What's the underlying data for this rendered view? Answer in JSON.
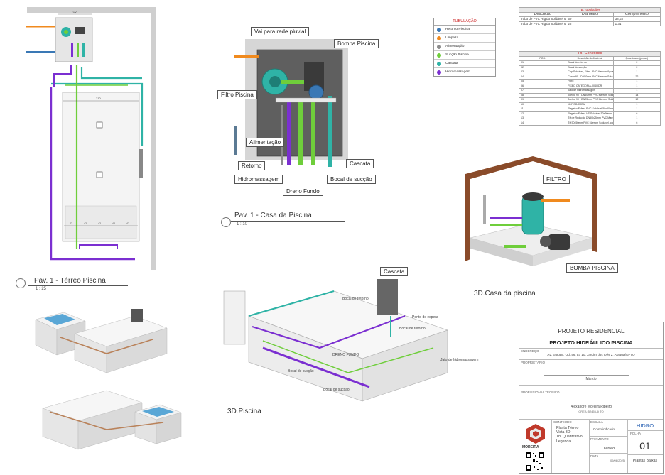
{
  "colors": {
    "retorno": "#3a78b5",
    "limpeza": "#f08a1e",
    "alimentacao": "#8c8c8c",
    "succao": "#6fce3b",
    "cascata": "#2fb3a6",
    "hidromassagem": "#7b2fd1",
    "wall": "#cfcfcf",
    "roof": "#8a4b2a"
  },
  "plan_view": {
    "title": "Pav. 1 - Térreo Piscina",
    "scale": "1 : 25",
    "dim_top": "100",
    "dim_w": "210",
    "dims_bottom": [
      "42",
      "42",
      "42",
      "42",
      "42"
    ]
  },
  "pump_house_detail": {
    "title": "Pav. 1 - Casa da Piscina",
    "scale": "1 : 10",
    "labels": {
      "vai_rede": "Vai para rede pluvial",
      "bomba": "Bomba Piscina",
      "filtro": "Filtro Piscina",
      "alimentacao": "Alimentação",
      "retorno": "Retorno",
      "hidromassagem": "Hidromassagem",
      "dreno": "Dreno Fundo",
      "cascata": "Cascata",
      "bocal_succao": "Bocal de sucção"
    }
  },
  "legend": {
    "title": "TUBULAÇÃO",
    "items": [
      "Retorno Piscina",
      "Limpeza",
      "Alimentação",
      "Sucção Piscina",
      "Cascata",
      "Hidromassagem"
    ]
  },
  "table_tubulacoes": {
    "title": "TB.Tubulações",
    "headers": [
      "Descrição",
      "Diâmetro",
      "Comprimento"
    ],
    "rows": [
      [
        "Tubo de PVC Rígido Soldável Marrom, conforme NBR 5648",
        "50",
        "38,03"
      ],
      [
        "Tubo de PVC Rígido Soldável Marrom, conforme NBR 5648",
        "25",
        "1,31"
      ]
    ]
  },
  "table_conexoes": {
    "title": "TB. Conexões",
    "headers": [
      "POS.",
      "Descrição do Material",
      "Quantidade (peças)"
    ],
    "rows": [
      [
        "01",
        "Bocal de retorno",
        "2"
      ],
      [
        "02",
        "Bocal de sucção",
        "2"
      ],
      [
        "03",
        "Cap Soldável, Fibra- PVC Marrom Água Fria - 50",
        "1"
      ],
      [
        "04",
        "Curva 90 - DN50mm PVC Marrom Soldável, conforme NBR 5648",
        "22"
      ],
      [
        "05",
        "Filtro",
        "1"
      ],
      [
        "06",
        "FIXED CATEGORIA-0040 DR",
        "1"
      ],
      [
        "07",
        "Jato de Hidromassagem",
        "1"
      ],
      [
        "08",
        "Joelho 90 - DN50mm PVC Marrom Soldável, conforme NBR 5648",
        "14"
      ],
      [
        "09",
        "Joelho 90 - DN25mm PVC Marrom Soldável, conforme NBR 5648",
        "12"
      ],
      [
        "10",
        "MOTOBOMBA",
        "1"
      ],
      [
        "11",
        "Registro Esfera PVC Soldável 50x50mm",
        "1"
      ],
      [
        "12",
        "Registro Esfera VS Soldável 50x50mm",
        "6"
      ],
      [
        "13",
        "Tê de Redução DN50x25mm PVC Marrom Soldável, conforme NBR 5648",
        "1"
      ],
      [
        "14",
        "Tê 50x50mm PVC Marrom Soldável, conforme NBR 5648",
        "6"
      ]
    ]
  },
  "iso_pump_house": {
    "title": "3D.Casa da piscina",
    "filtro": "FILTRO",
    "bomba": "BOMBA PISCINA"
  },
  "iso_pool": {
    "title": "3D.Piscina",
    "cascata": "Cascata",
    "bocal_retorno_1": "Bocal de retorno",
    "ponto_espera": "Ponto de espera",
    "bocal_retorno_2": "Bocal de retorno",
    "dreno_fundo": "DRENO FUNDO",
    "jato": "Jato de hidromassagem",
    "bocal_succao_1": "Bocal de sucção",
    "bocal_succao_2": "Bocal de sucção"
  },
  "title_block": {
    "projeto": "PROJETO RESIDENCIAL",
    "subtitle": "PROJETO HIDRÁULICO PISCINA",
    "endereco_label": "ENDEREÇO",
    "endereco": "AV. Europa, Qd. 56, Lt. 10, Jardim dos Ipês 2, Araguaína-TO",
    "proprietario_label": "PROPRIETÁRIO",
    "proprietario": "Márcio",
    "responsavel_label": "PROFISSIONAL TÉCNICO",
    "responsavel": "Alexandre Moreira Ribeiro",
    "crea": "CREA: 52455-D TO",
    "conteudo_label": "CONTEÚDO",
    "conteudo_items": [
      "Planta Térreo",
      "Vista 3D",
      "Tb. Quantitativo",
      "Legenda"
    ],
    "escala_label": "ESCALA",
    "escala": "Como indicado",
    "pavimento_label": "PAVIMENTO",
    "pavimento": "Térreo",
    "data_label": "DATA",
    "data": "09/06/2025",
    "disciplina": "HIDRO",
    "folha_label": "FOLHA",
    "folha": "01",
    "plantas": "Plantas Baixas",
    "logo_text": "MOREIRA"
  }
}
